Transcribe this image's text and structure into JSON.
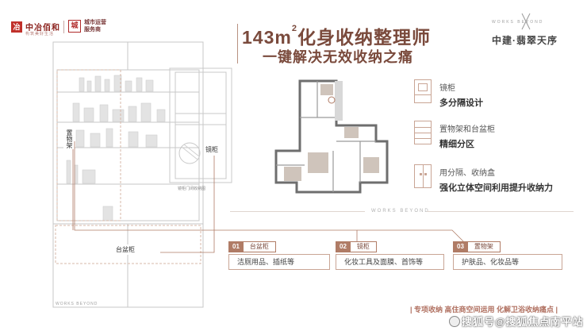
{
  "header": {
    "logo_left_name": "中冶佰和",
    "logo_left_sub": "构筑美好生活",
    "logo_right_line1": "城市运营",
    "logo_right_line2": "服务商",
    "brand_top": "WORKS BEYOND",
    "brand_main": "中建·翡翠天序"
  },
  "title": {
    "area": "143m",
    "sup": "2",
    "line1_rest": "化身收纳整理师",
    "line2": "一键解决无效收纳之痛"
  },
  "cabinet": {
    "shelf_label": "置物架",
    "mirror_label": "镜柜",
    "basin_label": "台盆柜",
    "mirror_caption": "镜柜门闭收纳图"
  },
  "features": [
    {
      "title": "镜柜",
      "desc": "多分隔设计"
    },
    {
      "title": "置物架和台盆柜",
      "desc": "精细分区"
    },
    {
      "title": "用分隔、收纳盒",
      "desc": "强化立体空间利用提升收纳力"
    }
  ],
  "divider_text": "WORKS BEYOND",
  "tags": [
    {
      "num": "01",
      "name": "台盆柜",
      "items": "洁厕用品、插纸等"
    },
    {
      "num": "02",
      "name": "镜柜",
      "items": "化妆工具及面膜、首饰等"
    },
    {
      "num": "03",
      "name": "置物架",
      "items": "护肤品、化妆品等"
    }
  ],
  "footer": {
    "works": "WORKS BEYOND",
    "note": "| 专项收纳 高住商空间运用 化解卫浴收纳痛点 |",
    "watermark": "搜狐号@搜狐焦点南平站"
  },
  "colors": {
    "accent": "#b07c66",
    "title": "#7a4a3c",
    "logo_red": "#c0302a"
  }
}
